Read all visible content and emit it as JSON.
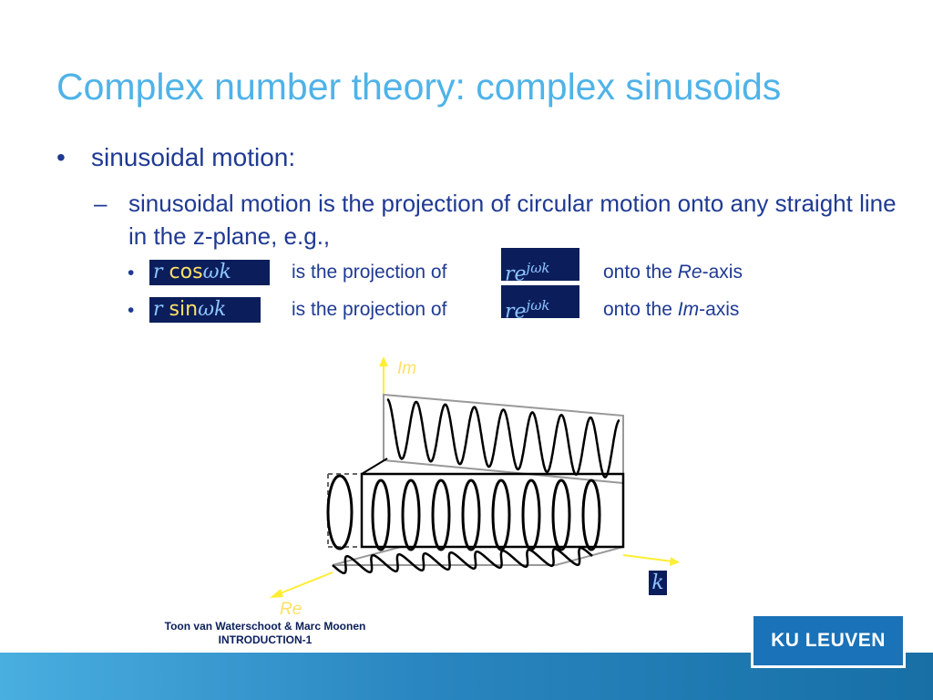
{
  "title": "Complex number theory: complex sinusoids",
  "bullet_level1": {
    "mark": "•",
    "text": "sinusoidal motion:"
  },
  "bullet_level2": {
    "mark": "–",
    "text": "sinusoidal motion is the projection of circular motion onto any straight line in the z-plane, e.g.,"
  },
  "projections": [
    {
      "mark": "•",
      "expr_var": "r",
      "expr_fn": "cos",
      "expr_arg": "ωk",
      "phrase": "is the projection of",
      "source_base": "re",
      "source_exp": "jωk",
      "onto": "onto the",
      "axis": "Re",
      "suffix": "-axis"
    },
    {
      "mark": "•",
      "expr_var": "r",
      "expr_fn": "sin",
      "expr_arg": "ωk",
      "phrase": "is the projection of",
      "source_base": "re",
      "source_exp": "jωk",
      "onto": "onto the",
      "axis": "Im",
      "suffix": "-axis"
    }
  ],
  "figure": {
    "im_label": "Im",
    "re_label": "Re",
    "k_label": "k",
    "colors": {
      "axis": "#ffee33",
      "curve": "#000000",
      "frame": "#999999"
    }
  },
  "footer": {
    "authors": "Toon van Waterschoot & Marc Moonen",
    "section": "INTRODUCTION-1"
  },
  "logo": {
    "text": "KU LEUVEN"
  },
  "colors": {
    "title": "#4fb3e8",
    "body_text": "#1f3a93",
    "math_bg": "#0b1e5b",
    "footer_bar": "#2a86c0",
    "logo_bg": "#1a72b8"
  }
}
